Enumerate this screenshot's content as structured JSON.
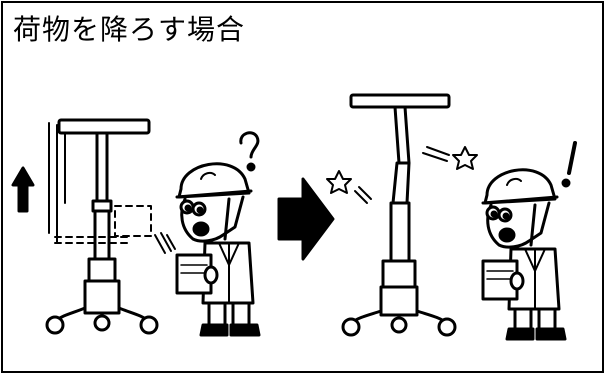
{
  "title": "荷物を降ろす場合",
  "colors": {
    "ink": "#000000",
    "paper": "#ffffff"
  },
  "panels": [
    {
      "name": "before",
      "icons": [
        "up-arrow-icon",
        "lift-stand-icon",
        "worker-icon",
        "question-mark-icon",
        "held-box-icon"
      ]
    },
    {
      "name": "after",
      "icons": [
        "right-arrow-icon",
        "lift-stand-icon",
        "impact-star-icon",
        "worker-icon",
        "exclamation-mark-icon"
      ]
    }
  ]
}
